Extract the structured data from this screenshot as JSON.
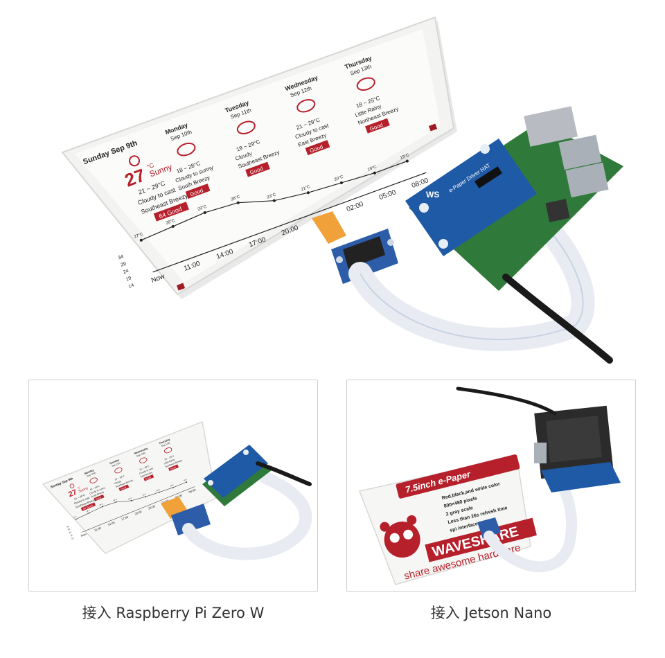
{
  "hero": {
    "forecast": [
      {
        "day": "Sunday Sep 9th",
        "temp": "27",
        "unit": "°C",
        "cond": "Sunny",
        "range": "21 ~ 29°C",
        "desc1": "Cloudy to cast",
        "desc2": "Southeast Breezy",
        "aqi": "64 Good"
      },
      {
        "day": "Monday",
        "date": "Sep 10th",
        "range": "18 ~ 28°C",
        "desc1": "Cloudy to sunny",
        "desc2": "South Breezy",
        "aqi": "Good"
      },
      {
        "day": "Tuesday",
        "date": "Sep 11th",
        "range": "19 ~ 29°C",
        "desc1": "Cloudy",
        "desc2": "Southeast Breezy",
        "aqi": "Good"
      },
      {
        "day": "Wednesday",
        "date": "Sep 12th",
        "range": "21 ~ 29°C",
        "desc1": "Cloudy to cast",
        "desc2": "East Breezy",
        "aqi": "Good"
      },
      {
        "day": "Thursday",
        "date": "Sep 13th",
        "range": "18 ~ 25°C",
        "desc1": "Little Rainy",
        "desc2": "Northeast Breezy",
        "aqi": "Good"
      }
    ],
    "hourly": {
      "times": [
        "Now",
        "11:00",
        "14:00",
        "17:00",
        "20:00",
        "23:00",
        "02:00",
        "05:00",
        "08:00"
      ],
      "temps": [
        "27°C",
        "28°C",
        "29°C",
        "28°C",
        "23°C",
        "21°C",
        "20°C",
        "19°C",
        "19°C"
      ],
      "yticks": [
        "34",
        "29",
        "24",
        "19",
        "14"
      ]
    },
    "hat_label": "e-Paper Driver HAT",
    "logo_text": "WS"
  },
  "right_panel": {
    "title": "7.5inch e-Paper",
    "features": [
      "Red,black,and white color",
      "800×480 pixels",
      "2 gray scale",
      "Less than 26s refresh time",
      "spi interface"
    ],
    "brand": "WAVESHARE",
    "slogan": "share awesome hardware"
  },
  "captions": {
    "left": "接入 Raspberry Pi Zero W",
    "right": "接入 Jetson Nano"
  }
}
